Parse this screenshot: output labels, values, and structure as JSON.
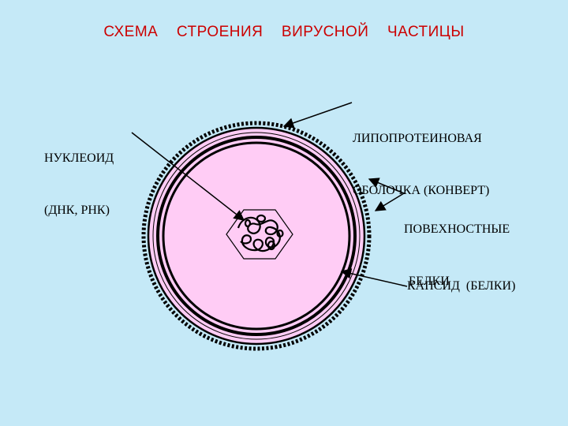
{
  "title": "СХЕМА  СТРОЕНИЯ  ВИРУСНОЙ  ЧАСТИЦЫ",
  "labels": {
    "nucleoid_line1": "НУКЛЕОИД",
    "nucleoid_line2": "(ДНК, РНК)",
    "envelope_line1": "ЛИПОПРОТЕИНОВАЯ",
    "envelope_line2": "ОБОЛОЧКА (КОНВЕРТ)",
    "surface_line1": "ПОВЕХНОСТНЫЕ",
    "surface_line2": "БЕЛКИ",
    "capsid": "КАПСИД  (БЕЛКИ)"
  },
  "colors": {
    "background": "#c5e9f7",
    "particle_fill": "#ffccf5",
    "title": "#cc0000",
    "outline": "#000000"
  }
}
